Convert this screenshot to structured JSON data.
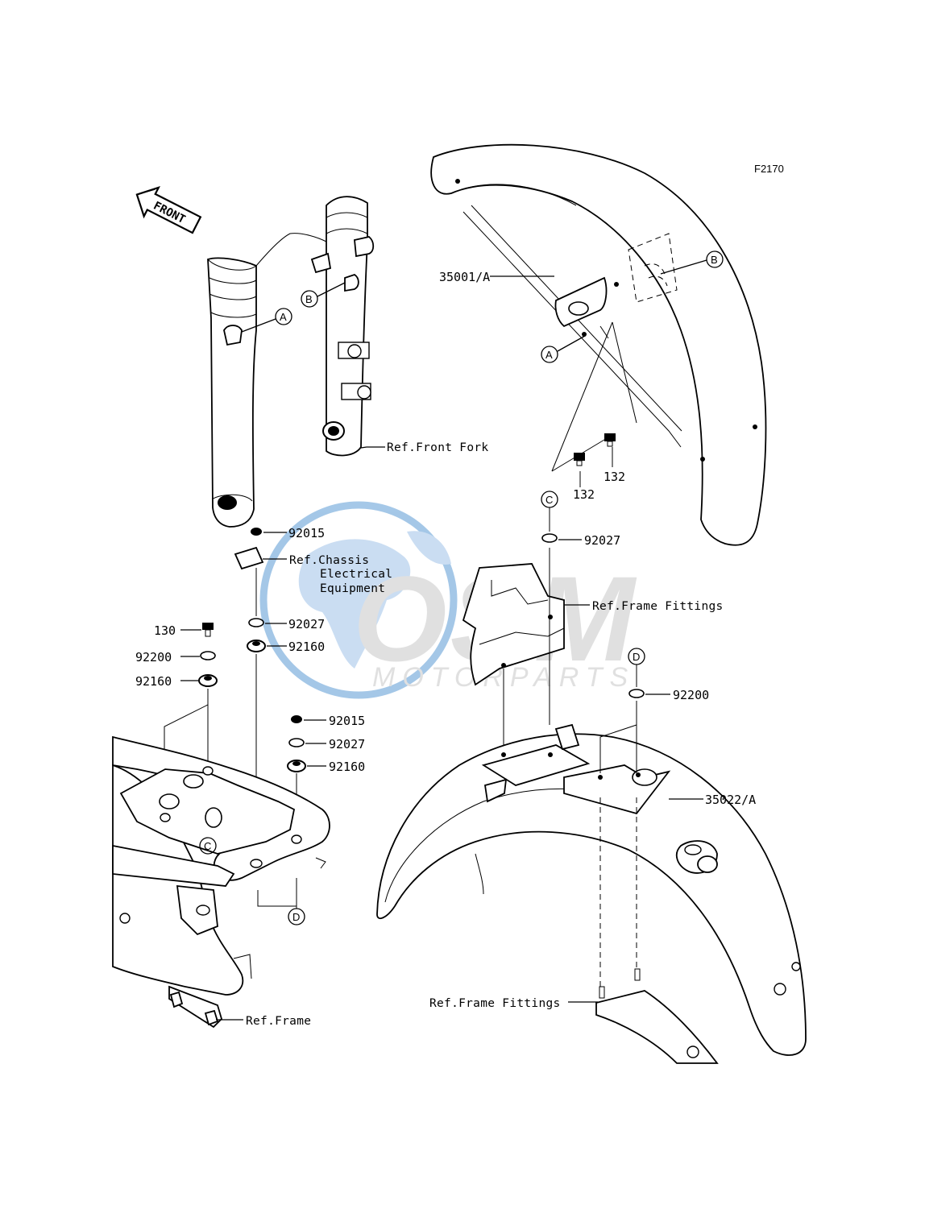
{
  "diagram": {
    "figure_code": "F2170",
    "front_arrow_label": "FRONT",
    "watermark": {
      "brand": "OSM",
      "sub": "MOTORPARTS",
      "colors": {
        "globe": "#5b9bd5",
        "letters": "#c8c8c8"
      }
    },
    "part_labels": {
      "p35001": "35001/A",
      "p132a": "132",
      "p132b": "132",
      "p35022": "35022/A",
      "p130": "130",
      "p92200_left": "92200",
      "p92160_left": "92160",
      "p92015_top": "92015",
      "p92027_top": "92027",
      "p92160_top": "92160",
      "p92015_mid": "92015",
      "p92027_mid": "92027",
      "p92160_mid": "92160",
      "p92027_right": "92027",
      "p92200_right": "92200"
    },
    "ref_labels": {
      "front_fork": "Ref.Front Fork",
      "chassis_1": "Ref.Chassis",
      "chassis_2": "Electrical",
      "chassis_3": "Equipment",
      "frame_fittings_top": "Ref.Frame Fittings",
      "frame_fittings_bottom": "Ref.Frame Fittings",
      "frame": "Ref.Frame"
    },
    "callouts": {
      "A_fork": "A",
      "B_fork": "B",
      "A_fender": "A",
      "B_fender": "B",
      "C_top": "C",
      "C_frame": "C",
      "D_frame": "D",
      "D_right": "D"
    }
  }
}
